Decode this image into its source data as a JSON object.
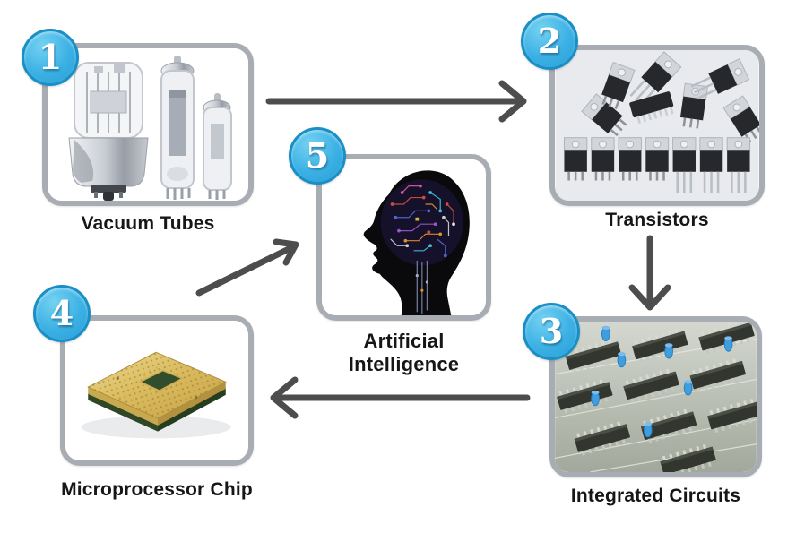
{
  "diagram": {
    "type": "flow-diagram",
    "nodes": [
      {
        "number": "1",
        "label": "Vacuum Tubes",
        "image": "vacuum-tubes-photo"
      },
      {
        "number": "2",
        "label": "Transistors",
        "image": "transistors-photo"
      },
      {
        "number": "3",
        "label": "Integrated Circuits",
        "image": "integrated-circuits-photo"
      },
      {
        "number": "4",
        "label": "Microprocessor Chip",
        "image": "microprocessor-chip-photo"
      },
      {
        "number": "5",
        "label": "Artificial Intelligence",
        "image": "ai-circuit-head-photo"
      }
    ],
    "edges": [
      {
        "from": "1",
        "to": "2",
        "direction": "right"
      },
      {
        "from": "2",
        "to": "3",
        "direction": "down"
      },
      {
        "from": "3",
        "to": "4",
        "direction": "left"
      },
      {
        "from": "4",
        "to": "5",
        "direction": "up-right"
      }
    ],
    "colors": {
      "badge_fill": "#3bb0e4",
      "badge_ring": "#1a8fc5",
      "badge_number": "#ffffff",
      "arrow": "#4d4d4d",
      "box_border": "#a8adb3",
      "label_text": "#161616",
      "background": "#ffffff"
    }
  }
}
